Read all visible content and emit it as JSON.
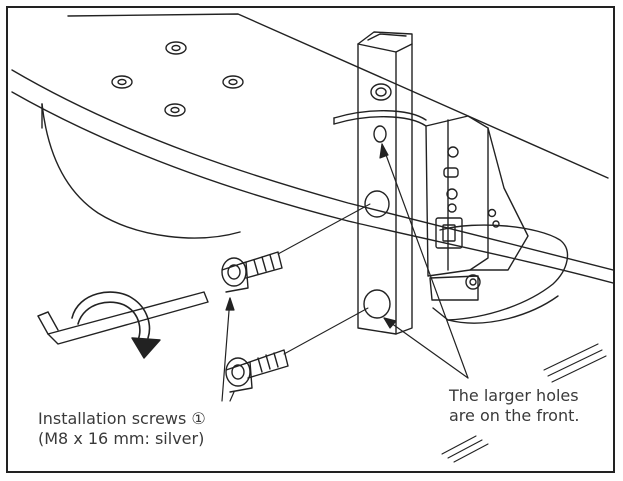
{
  "labels": {
    "screws": {
      "line1": "Installation screws ①",
      "line2": "(M8 x 16 mm: silver)"
    },
    "holes": {
      "line1": "The larger holes",
      "line2": "are on the front."
    }
  },
  "colors": {
    "line": "#222222",
    "text": "#3a3a3a",
    "background": "#ffffff"
  }
}
